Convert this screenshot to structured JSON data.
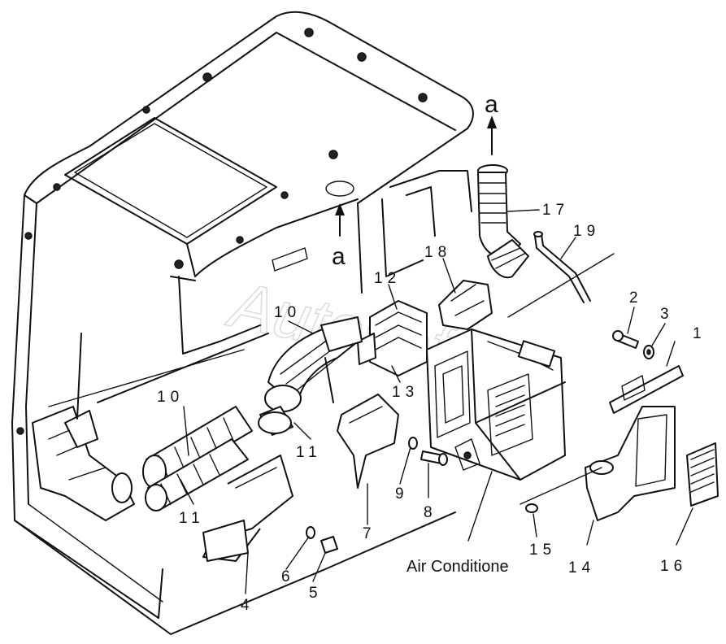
{
  "callouts": [
    {
      "id": "1",
      "text": "1"
    },
    {
      "id": "2",
      "text": "2"
    },
    {
      "id": "3",
      "text": "3"
    },
    {
      "id": "4",
      "text": "4"
    },
    {
      "id": "5",
      "text": "5"
    },
    {
      "id": "6",
      "text": "6"
    },
    {
      "id": "7",
      "text": "7"
    },
    {
      "id": "8",
      "text": "8"
    },
    {
      "id": "9",
      "text": "9"
    },
    {
      "id": "10a",
      "text": "10"
    },
    {
      "id": "10b",
      "text": "10"
    },
    {
      "id": "11a",
      "text": "11"
    },
    {
      "id": "11b",
      "text": "11"
    },
    {
      "id": "12",
      "text": "12"
    },
    {
      "id": "13",
      "text": "13"
    },
    {
      "id": "14",
      "text": "14"
    },
    {
      "id": "15",
      "text": "15"
    },
    {
      "id": "16",
      "text": "16"
    },
    {
      "id": "17",
      "text": "17"
    },
    {
      "id": "18",
      "text": "18"
    },
    {
      "id": "19",
      "text": "19"
    }
  ],
  "arrow_labels": {
    "top": "a",
    "middle": "a"
  },
  "caption": "Air Conditione",
  "watermark": "Autosoft"
}
